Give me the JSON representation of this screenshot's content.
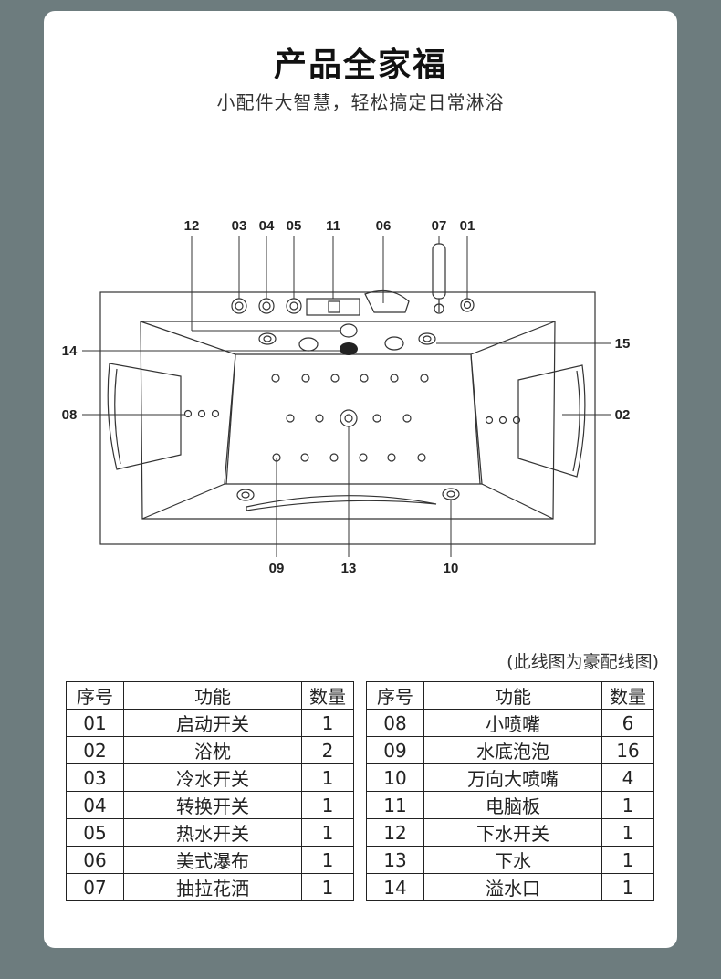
{
  "header": {
    "title": "产品全家福",
    "subtitle": "小配件大智慧，轻松搞定日常淋浴"
  },
  "diagram": {
    "callouts": {
      "top": [
        "12",
        "03",
        "04",
        "05",
        "11",
        "06",
        "07",
        "01"
      ],
      "left_14": "14",
      "left_08": "08",
      "right_15": "15",
      "right_02": "02",
      "bottom": [
        "09",
        "13",
        "10"
      ]
    }
  },
  "note": "(此线图为豪配线图)",
  "table_left": {
    "headers": [
      "序号",
      "功能",
      "数量"
    ],
    "rows": [
      [
        "01",
        "启动开关",
        "1"
      ],
      [
        "02",
        "浴枕",
        "2"
      ],
      [
        "03",
        "冷水开关",
        "1"
      ],
      [
        "04",
        "转换开关",
        "1"
      ],
      [
        "05",
        "热水开关",
        "1"
      ],
      [
        "06",
        "美式瀑布",
        "1"
      ],
      [
        "07",
        "抽拉花洒",
        "1"
      ]
    ]
  },
  "table_right": {
    "headers": [
      "序号",
      "功能",
      "数量"
    ],
    "rows": [
      [
        "08",
        "小喷嘴",
        "6"
      ],
      [
        "09",
        "水底泡泡",
        "16"
      ],
      [
        "10",
        "万向大喷嘴",
        "4"
      ],
      [
        "11",
        "电脑板",
        "1"
      ],
      [
        "12",
        "下水开关",
        "1"
      ],
      [
        "13",
        "下水",
        "1"
      ],
      [
        "14",
        "溢水口",
        "1"
      ]
    ]
  }
}
